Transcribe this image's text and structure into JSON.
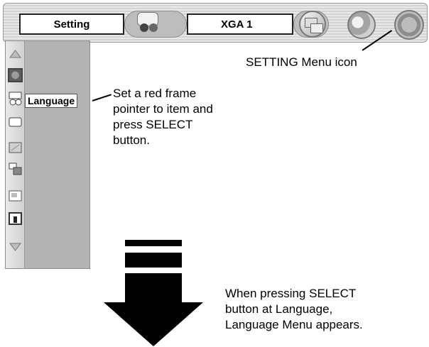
{
  "topbar": {
    "setting_tab": "Setting",
    "source_tab": "XGA 1",
    "icons": [
      "input-icon",
      "pc-adjust-icon",
      "image-select-icon",
      "setting-menu-icon"
    ]
  },
  "sidebar": {
    "icons": [
      "scroll-up-icon",
      "language-icon",
      "keystone-icon",
      "blue-back-icon",
      "display-icon",
      "logo-icon",
      "ceiling-icon",
      "rear-icon",
      "terminal-icon",
      "scroll-down-icon"
    ],
    "selected_label": "Language"
  },
  "annotations": {
    "setting_icon": "SETTING Menu icon",
    "instruction_lines": [
      "Set a red frame",
      "pointer to item and",
      "press SELECT",
      "button."
    ],
    "result_lines": [
      "When pressing SELECT",
      "button at Language,",
      "Language Menu appears."
    ]
  },
  "colors": {
    "panel": "#b3b3b3",
    "topbar": "#dcdcdc",
    "arrow": "#000000"
  }
}
